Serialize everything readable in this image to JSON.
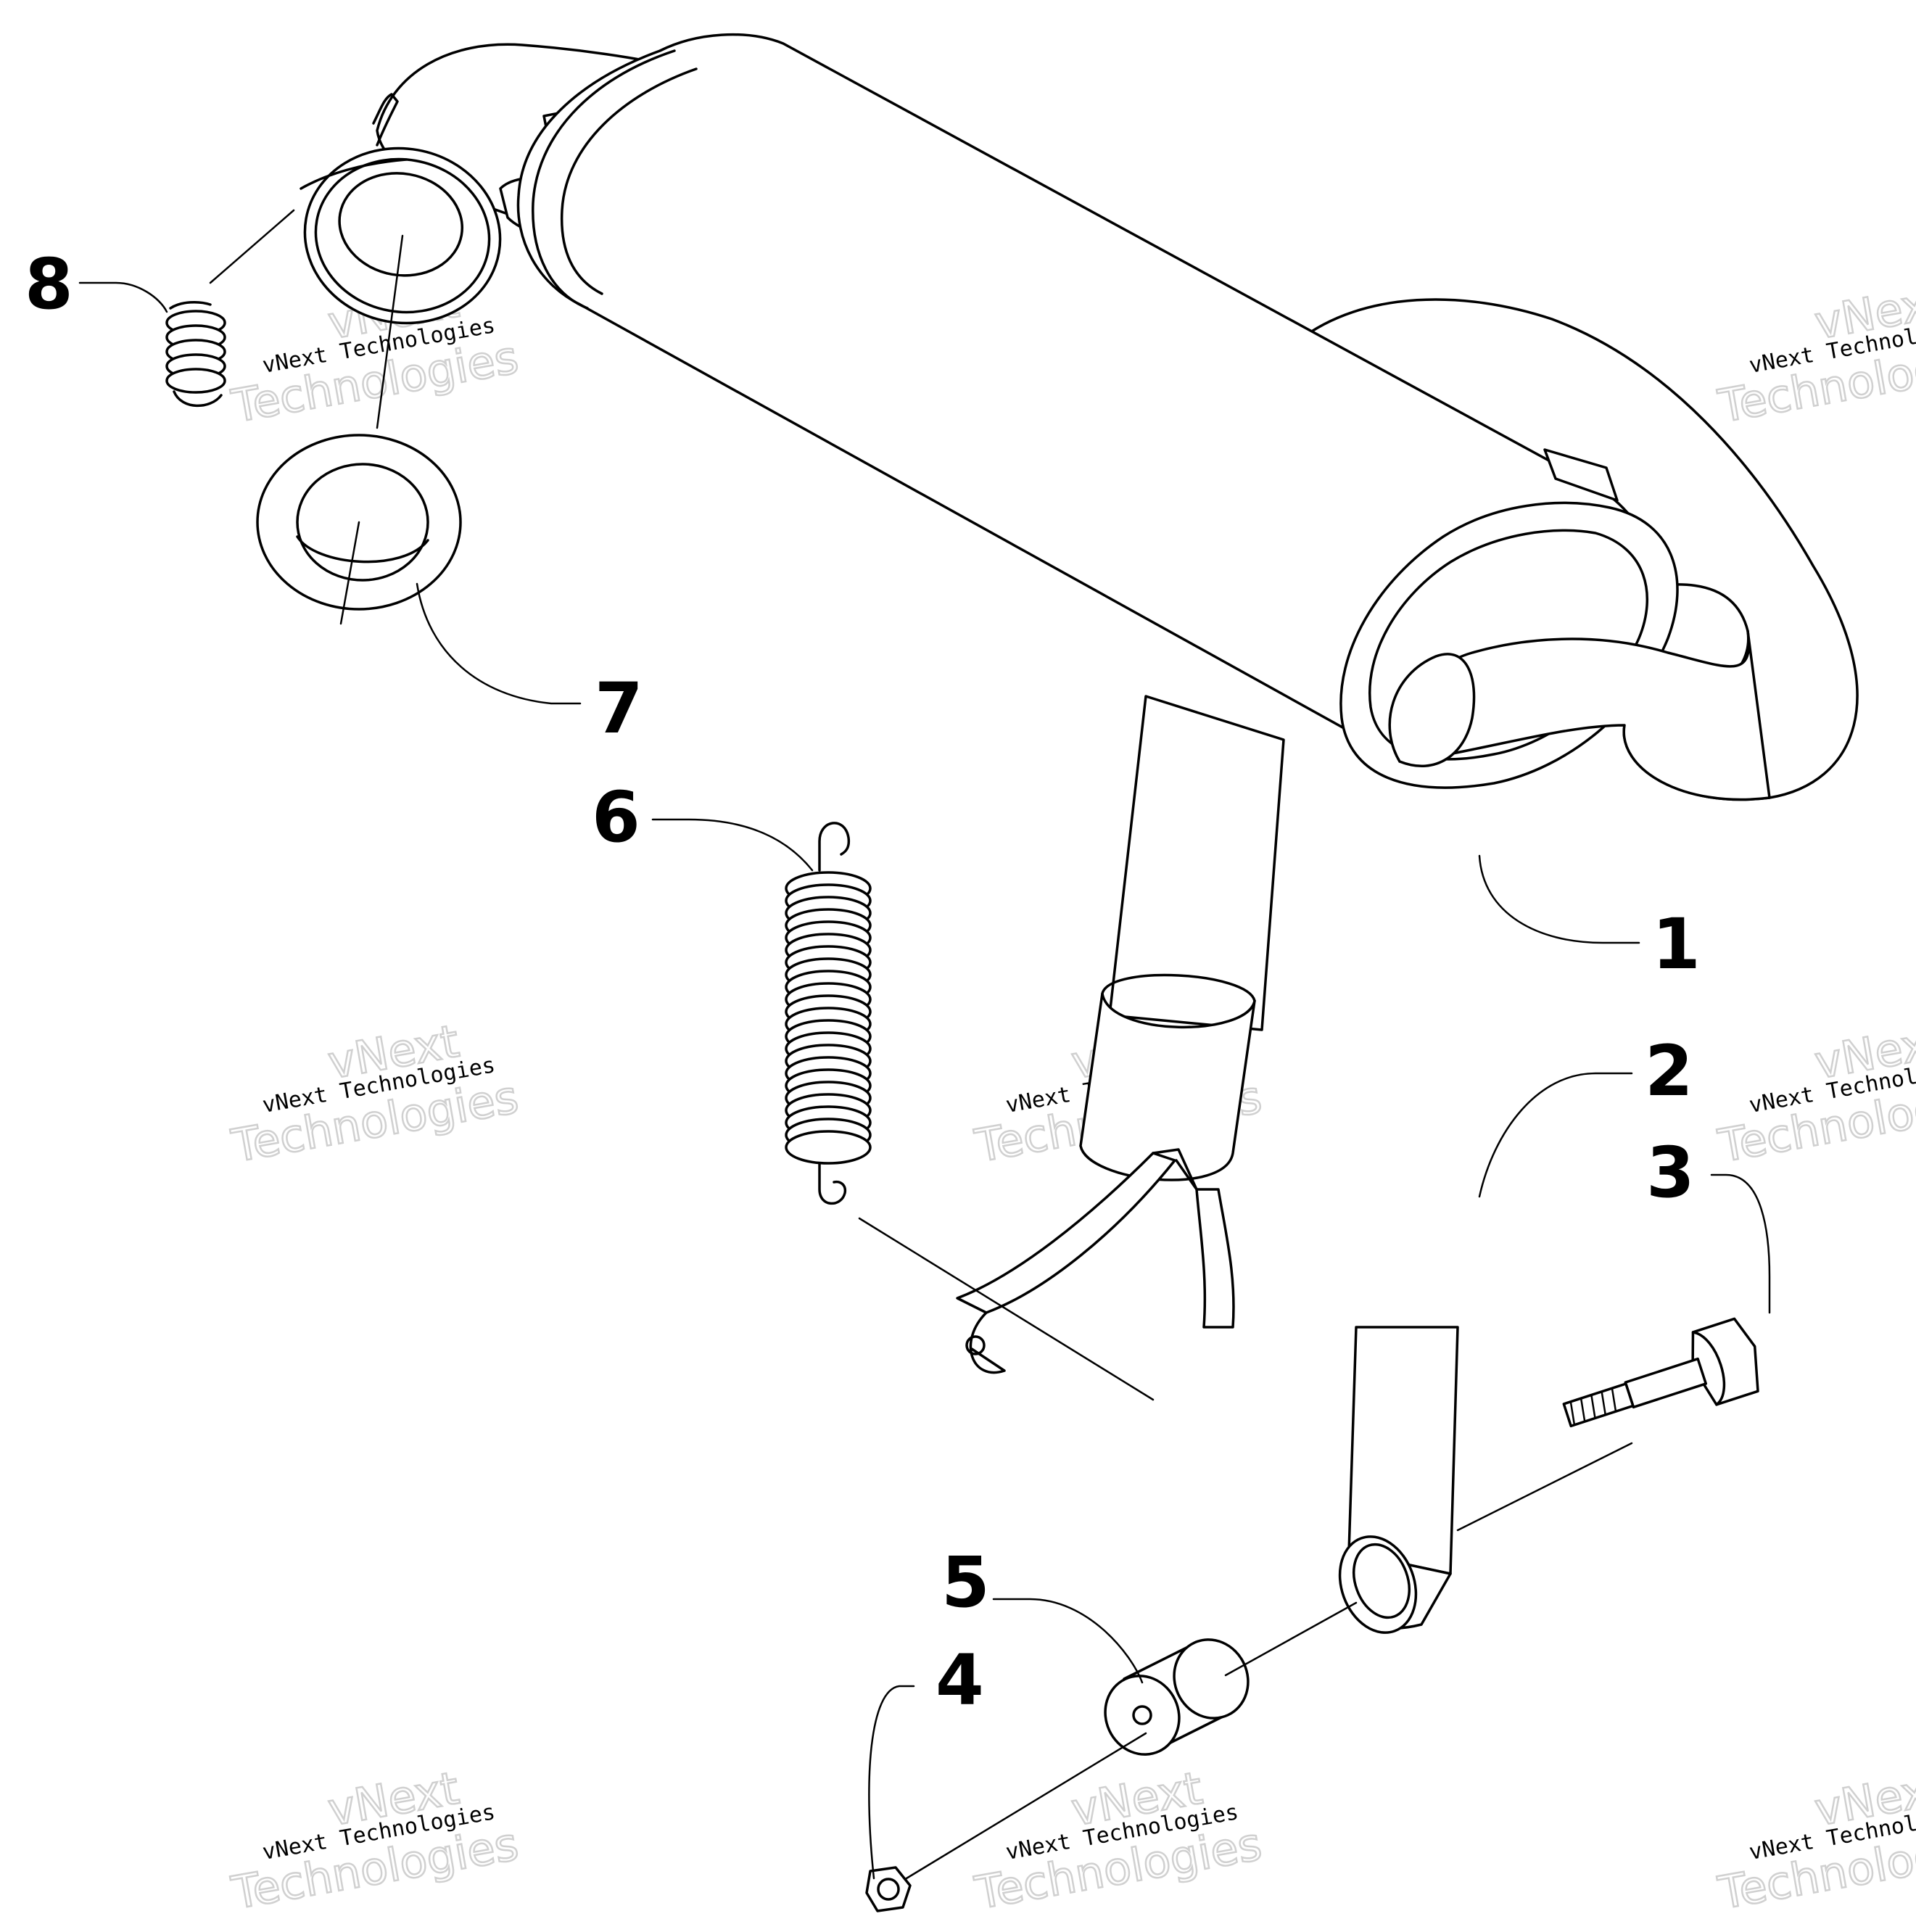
{
  "diagram": {
    "callouts": [
      "1",
      "2",
      "3",
      "4",
      "5",
      "6",
      "7",
      "8"
    ],
    "parts": [
      {
        "callout": "1",
        "name": "muffler-assembly"
      },
      {
        "callout": "2",
        "name": "muffler-strap"
      },
      {
        "callout": "3",
        "name": "shoulder-bolt"
      },
      {
        "callout": "4",
        "name": "lock-nut"
      },
      {
        "callout": "5",
        "name": "rubber-bushing"
      },
      {
        "callout": "6",
        "name": "extension-spring"
      },
      {
        "callout": "7",
        "name": "exhaust-gasket-rings"
      },
      {
        "callout": "8",
        "name": "small-spring"
      }
    ]
  },
  "watermark": {
    "line1": "vNext",
    "line2": "vNext Technologies",
    "line3": "Technologies"
  }
}
